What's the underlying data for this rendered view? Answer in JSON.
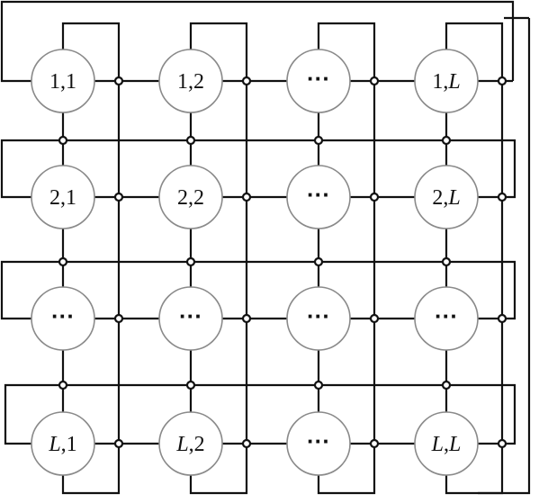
{
  "diagram": {
    "nodes": [
      [
        {
          "row": "1",
          "col": "1"
        },
        {
          "row": "1",
          "col": "2"
        },
        {
          "row": "",
          "col": "",
          "ellipsis": "···"
        },
        {
          "row": "1",
          "col": "L"
        }
      ],
      [
        {
          "row": "2",
          "col": "1"
        },
        {
          "row": "2",
          "col": "2"
        },
        {
          "row": "",
          "col": "",
          "ellipsis": "···"
        },
        {
          "row": "2",
          "col": "L"
        }
      ],
      [
        {
          "row": "",
          "col": "",
          "ellipsis": "···"
        },
        {
          "row": "",
          "col": "",
          "ellipsis": "···"
        },
        {
          "row": "",
          "col": "",
          "ellipsis": "···"
        },
        {
          "row": "",
          "col": "",
          "ellipsis": "···"
        }
      ],
      [
        {
          "row": "L",
          "col": "1"
        },
        {
          "row": "L",
          "col": "2"
        },
        {
          "row": "",
          "col": "",
          "ellipsis": "···"
        },
        {
          "row": "L",
          "col": "L"
        }
      ]
    ],
    "italic_symbol": "L",
    "separator": ",",
    "colors": {
      "line": "#111111",
      "node_border": "#8a8a8a",
      "background": "#ffffff"
    }
  }
}
